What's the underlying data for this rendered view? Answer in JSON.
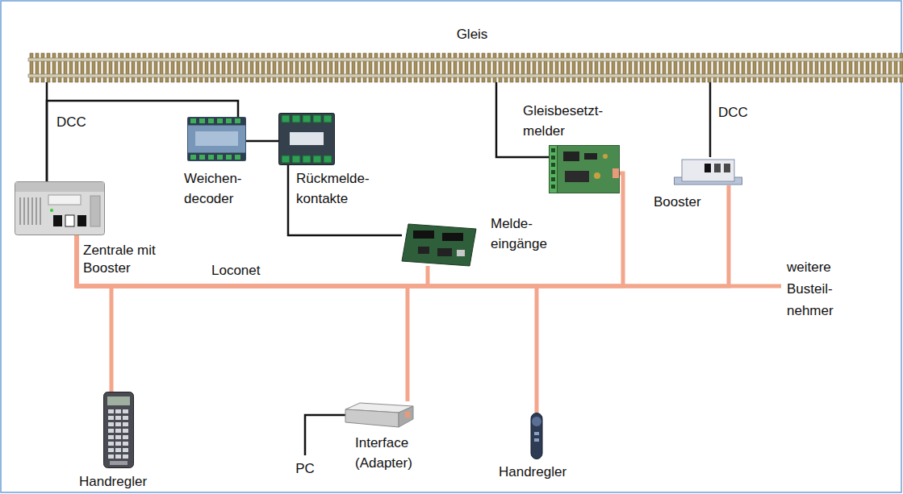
{
  "diagram": {
    "nodes": [
      {
        "text": [
          "Gleis"
        ]
      },
      {
        "text": [
          "Weichen- decoder"
        ]
      },
      {
        "text": [
          "Rückmelde- kontakte"
        ]
      },
      {
        "text": [
          "Gleisbesetzt- melder"
        ]
      },
      {
        "text": [
          "Booster"
        ]
      },
      {
        "text": [
          "Zentrale mit Booster"
        ]
      },
      {
        "text": [
          "Melde- eingänge"
        ]
      },
      {
        "text": [
          "Handregler"
        ]
      },
      {
        "text": [
          "Interface (Adapter)"
        ]
      },
      {
        "text": [
          "Handregler"
        ]
      }
    ],
    "edges": [
      {
        "from": 5,
        "to": 0,
        "arrow": "none"
      },
      {
        "from": 5,
        "to": 1,
        "arrow": "none"
      },
      {
        "from": 1,
        "to": 2,
        "arrow": "none"
      },
      {
        "from": 2,
        "to": 6,
        "arrow": "none"
      },
      {
        "from": 3,
        "to": 0,
        "arrow": "none"
      },
      {
        "from": 4,
        "to": 0,
        "arrow": "none"
      },
      {
        "from": 5,
        "to": 7,
        "arrow": "none"
      },
      {
        "from": 5,
        "to": 6,
        "arrow": "none"
      },
      {
        "from": 5,
        "to": 8,
        "arrow": "none"
      },
      {
        "from": 5,
        "to": 9,
        "arrow": "none"
      },
      {
        "from": 5,
        "to": 3,
        "arrow": "none"
      },
      {
        "from": 5,
        "to": 4,
        "arrow": "none"
      }
    ],
    "labels": [
      "DCC",
      "DCC",
      "Loconet",
      "weitere Busteil- nehmer",
      "PC"
    ]
  }
}
